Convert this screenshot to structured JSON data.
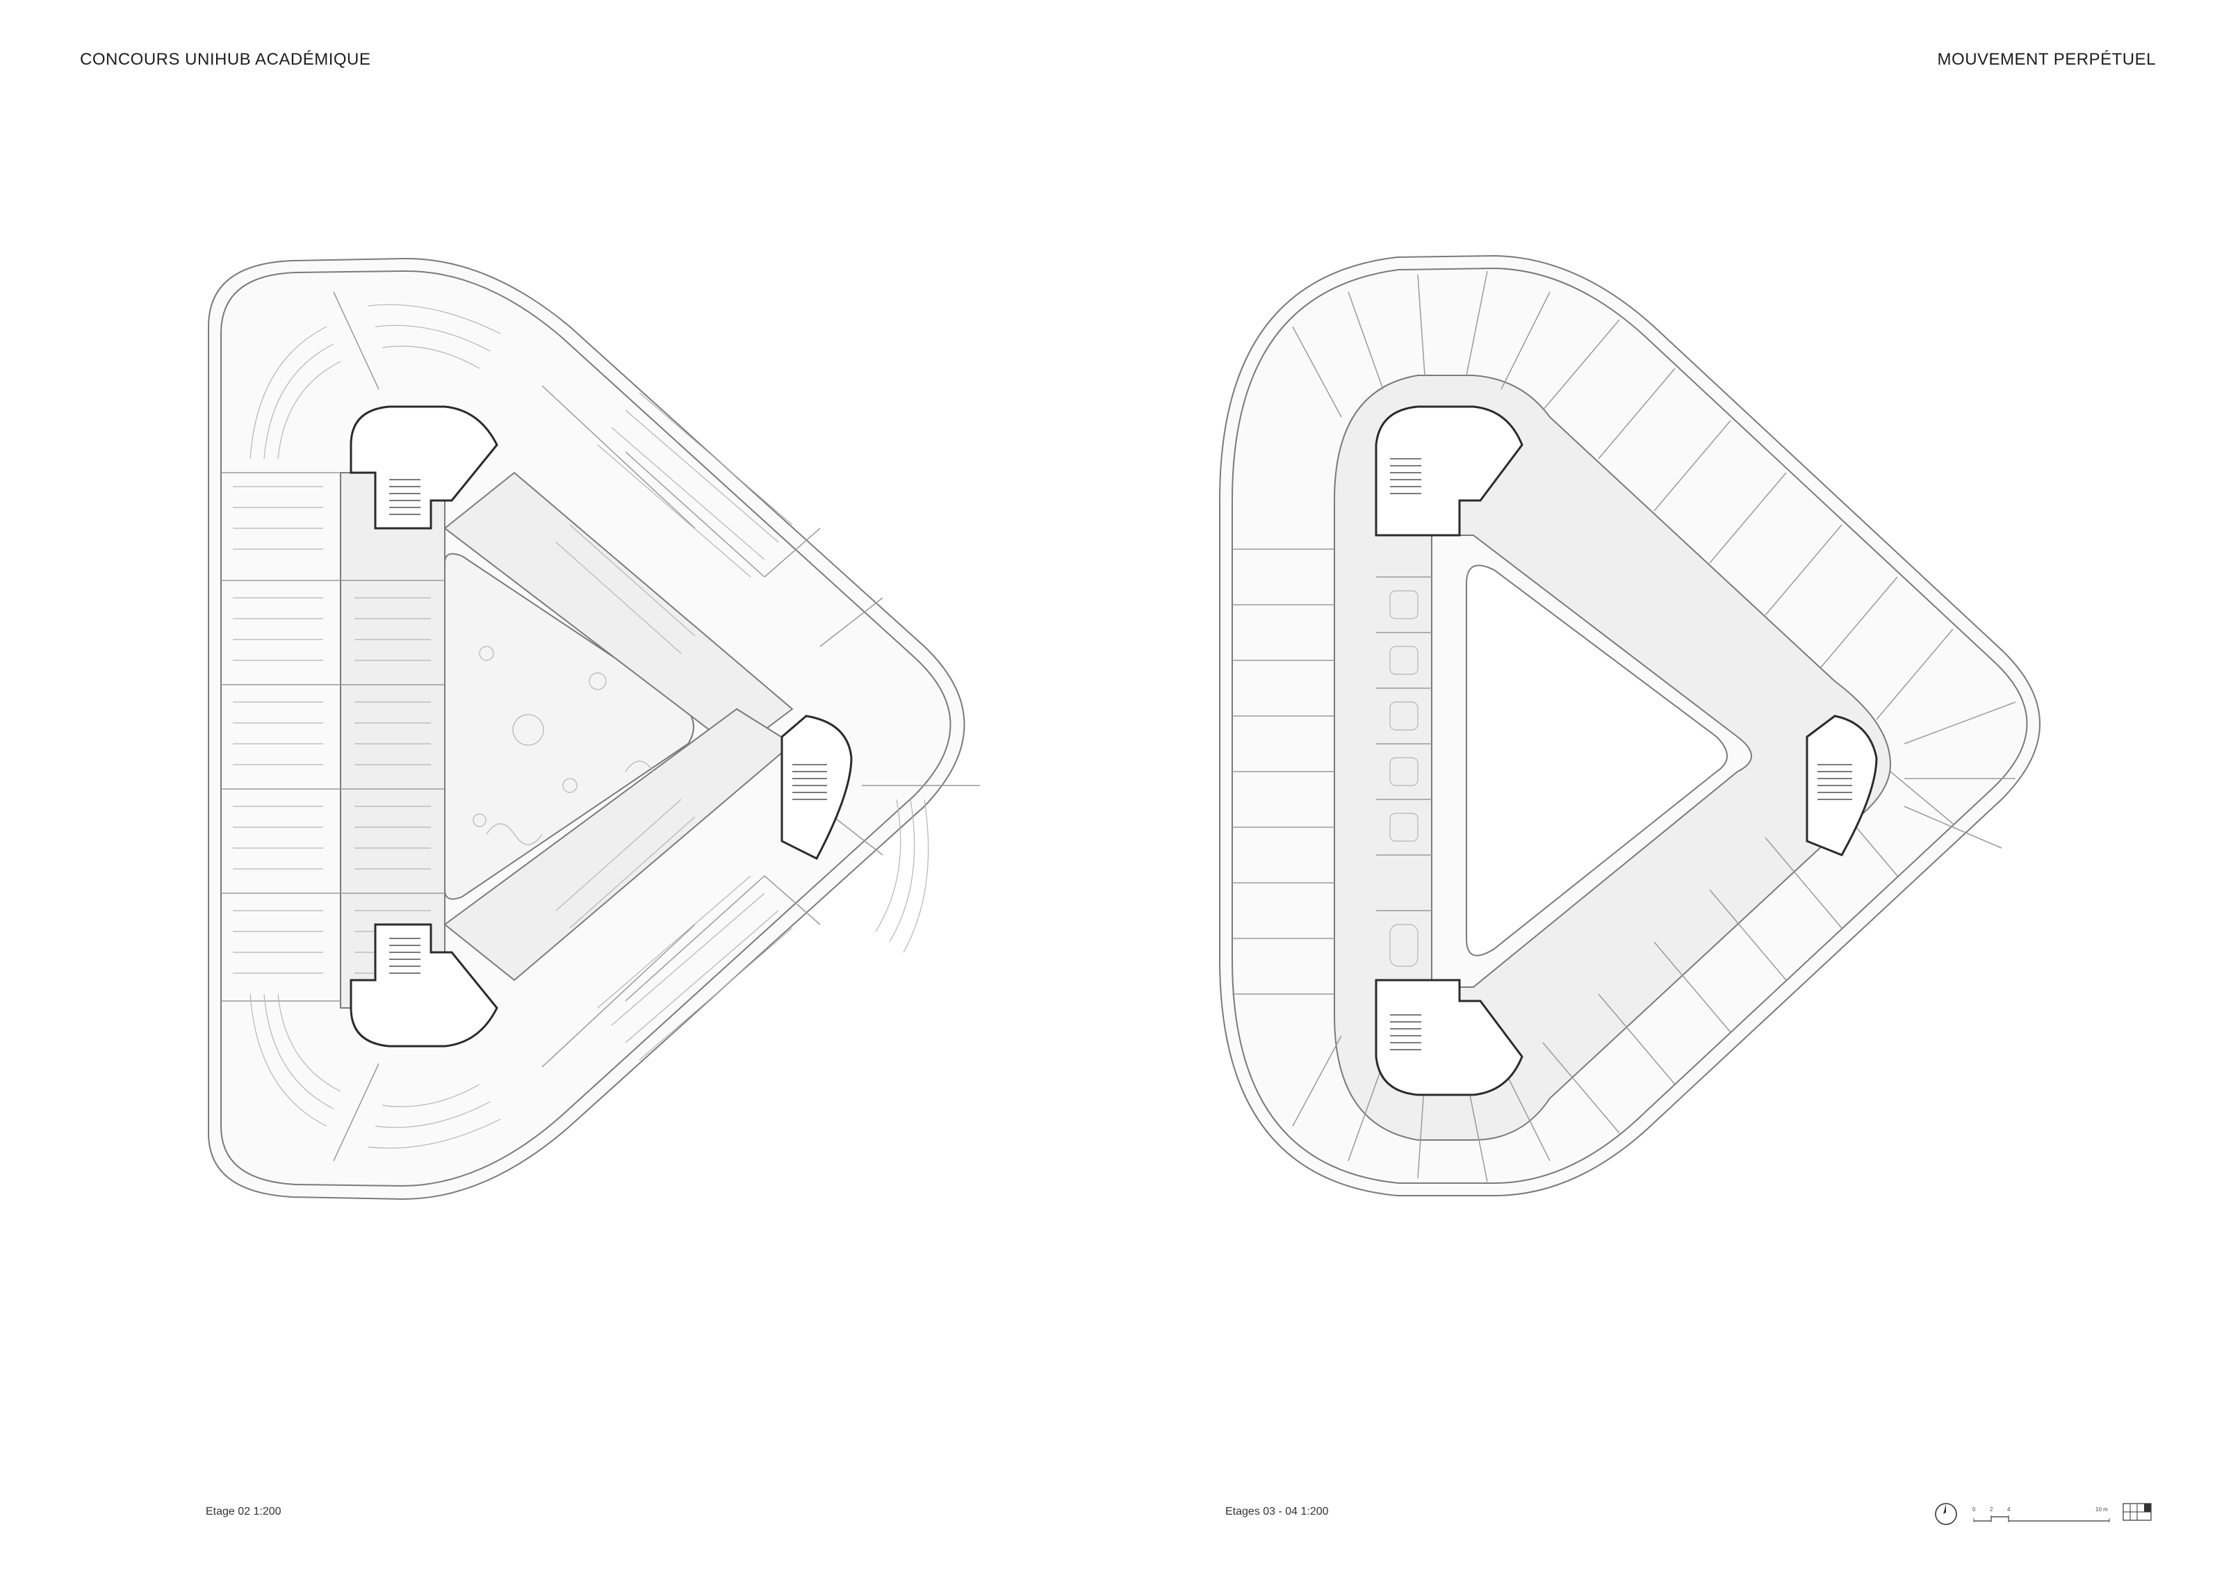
{
  "header": {
    "left_title": "CONCOURS UNIHUB ACADÉMIQUE",
    "right_title": "MOUVEMENT PERPÉTUEL"
  },
  "plans": [
    {
      "caption": "Etage 02 1:200"
    },
    {
      "caption": "Etages 03 - 04 1:200"
    }
  ],
  "legend": {
    "north_icon": "north-arrow-icon",
    "scale_ticks": [
      "0",
      "2",
      "4",
      "10 m"
    ],
    "keymap_icon": "keymap-icon"
  },
  "colors": {
    "line": "#7a7a7a",
    "dark_line": "#2b2b2b",
    "floor_fill": "#f4f4f4",
    "circulation_fill": "#ebebeb"
  }
}
